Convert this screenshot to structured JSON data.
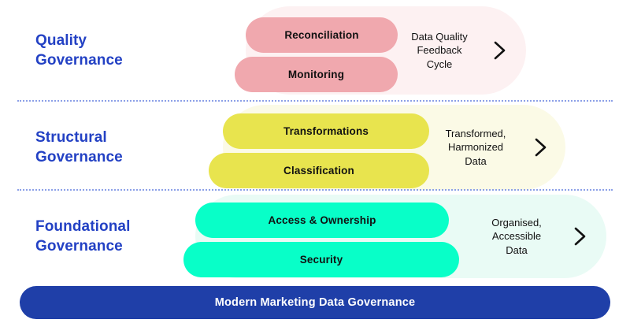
{
  "colors": {
    "label_blue": "#2341C4",
    "banner_blue": "#1F3FA8",
    "row_quality_pill": "#F0A8AE",
    "row_quality_panel": "#FDF1F2",
    "row_structural_pill": "#E8E44E",
    "row_structural_panel": "#FBFAE6",
    "row_foundational_pill": "#08FFC8",
    "row_foundational_panel": "#E9FBF5",
    "divider": "#8CA0E8",
    "pill_text": "#111111"
  },
  "rows": [
    {
      "label": "Quality\nGovernance",
      "pills": [
        "Reconciliation",
        "Monitoring"
      ],
      "outcome": "Data Quality\nFeedback\nCycle",
      "chevron_icon": "chevron-right-icon"
    },
    {
      "label": "Structural\nGovernance",
      "pills": [
        "Transformations",
        "Classification"
      ],
      "outcome": "Transformed,\nHarmonized\nData",
      "chevron_icon": "chevron-right-icon"
    },
    {
      "label": "Foundational\nGovernance",
      "pills": [
        "Access & Ownership",
        "Security"
      ],
      "outcome": "Organised,\nAccessible\nData",
      "chevron_icon": "chevron-right-icon"
    }
  ],
  "banner": {
    "label": "Modern Marketing Data Governance"
  }
}
